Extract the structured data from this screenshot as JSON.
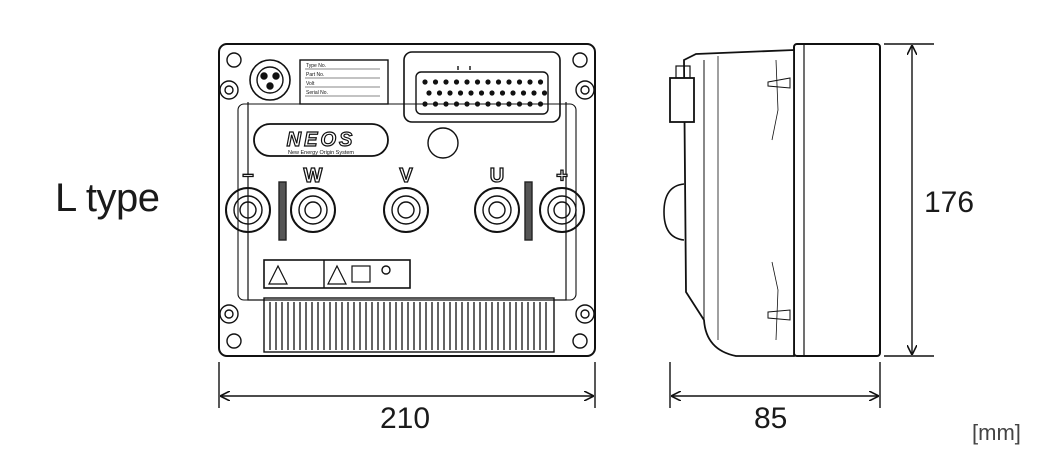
{
  "diagram": {
    "type_label": "L type",
    "dimensions": {
      "width": "210",
      "depth": "85",
      "height": "176",
      "unit": "[mm]"
    },
    "front_view": {
      "brand": "NEOS",
      "brand_tagline": "New Energy Origin System",
      "terminals": [
        "−",
        "W",
        "V",
        "U",
        "+"
      ],
      "nameplate_lines": [
        "Type No.",
        "Part No.",
        "Volt",
        "Serial No."
      ]
    }
  }
}
